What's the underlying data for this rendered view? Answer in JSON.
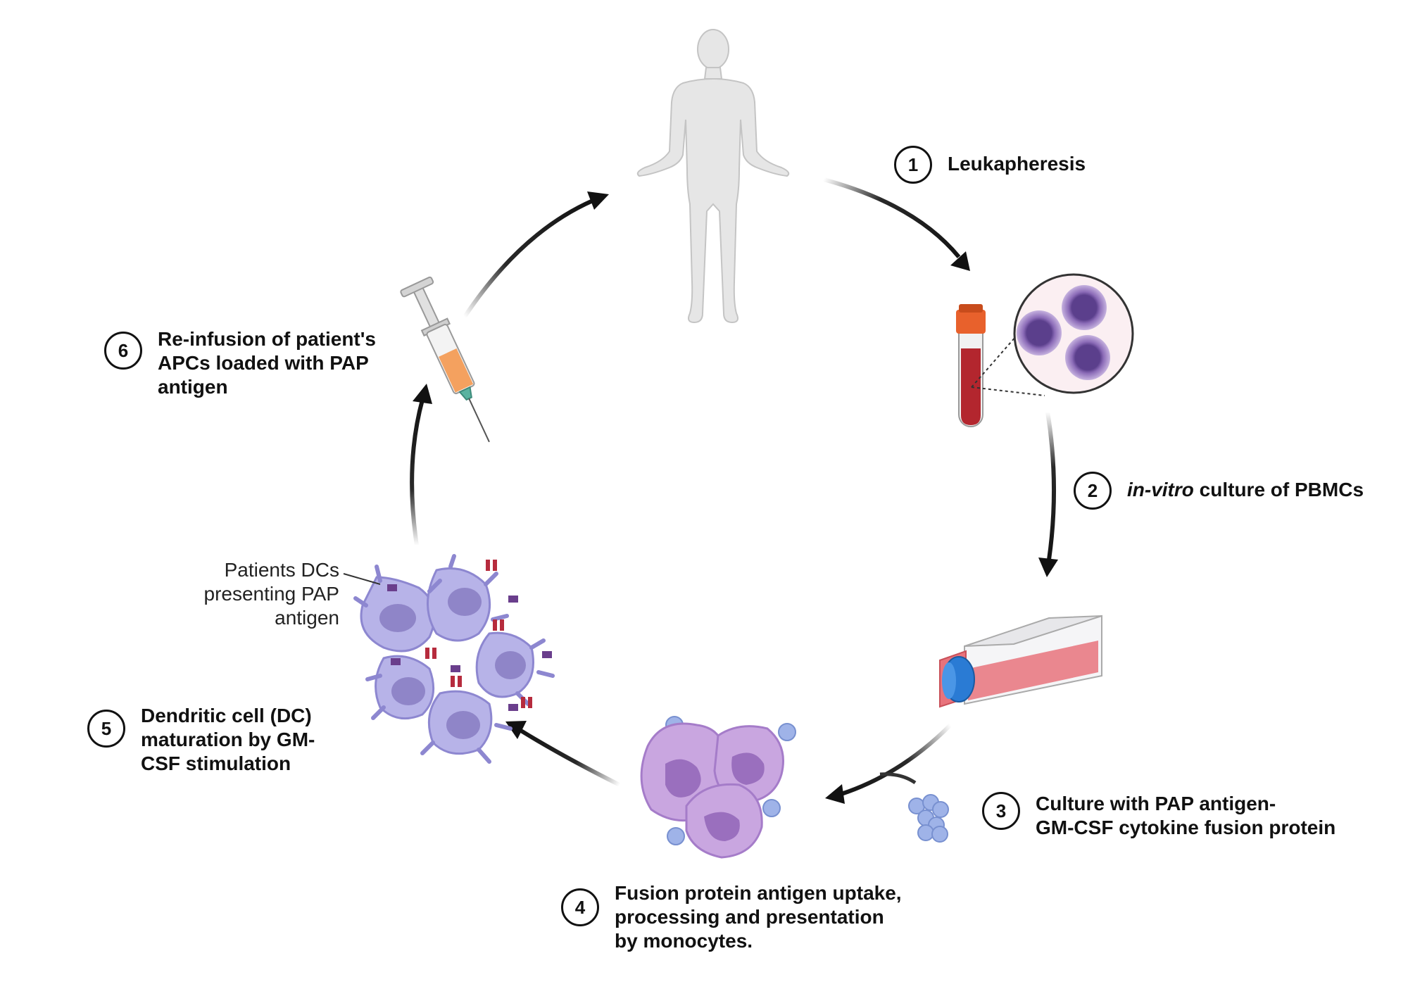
{
  "steps": [
    {
      "number": "1",
      "text": "Leukapheresis"
    },
    {
      "number": "2",
      "italic": "in-vitro",
      "text": " culture of PBMCs"
    },
    {
      "number": "3",
      "lines": [
        "Culture with PAP antigen-",
        "GM-CSF cytokine fusion protein"
      ]
    },
    {
      "number": "4",
      "lines": [
        "Fusion protein antigen uptake,",
        "processing and presentation",
        "by monocytes."
      ]
    },
    {
      "number": "5",
      "lines": [
        "Dendritic cell (DC)",
        "maturation by GM-",
        "CSF stimulation"
      ]
    },
    {
      "number": "6",
      "lines": [
        "Re-infusion of patient's",
        "APCs loaded with PAP",
        "antigen"
      ]
    }
  ],
  "callout": {
    "lines": [
      "Patients DCs",
      "presenting PAP",
      "antigen"
    ]
  },
  "colors": {
    "arrow": "#111111",
    "body": "#e6e6e6",
    "blood": "#b3262e",
    "cap_orange": "#e8612c",
    "cell_purple": "#5b3f8c",
    "flask_liquid": "#e8737c",
    "flask_cap": "#2a7bd4",
    "monocyte": "#c9a6e0",
    "dc": "#b7b3e8",
    "syringe_fluid": "#f4a15f"
  },
  "icons": [
    "human-body-icon",
    "blood-tube-icon",
    "pbmc-magnified-icon",
    "culture-flask-icon",
    "fusion-protein-icon",
    "monocytes-icon",
    "dendritic-cells-icon",
    "syringe-icon"
  ]
}
